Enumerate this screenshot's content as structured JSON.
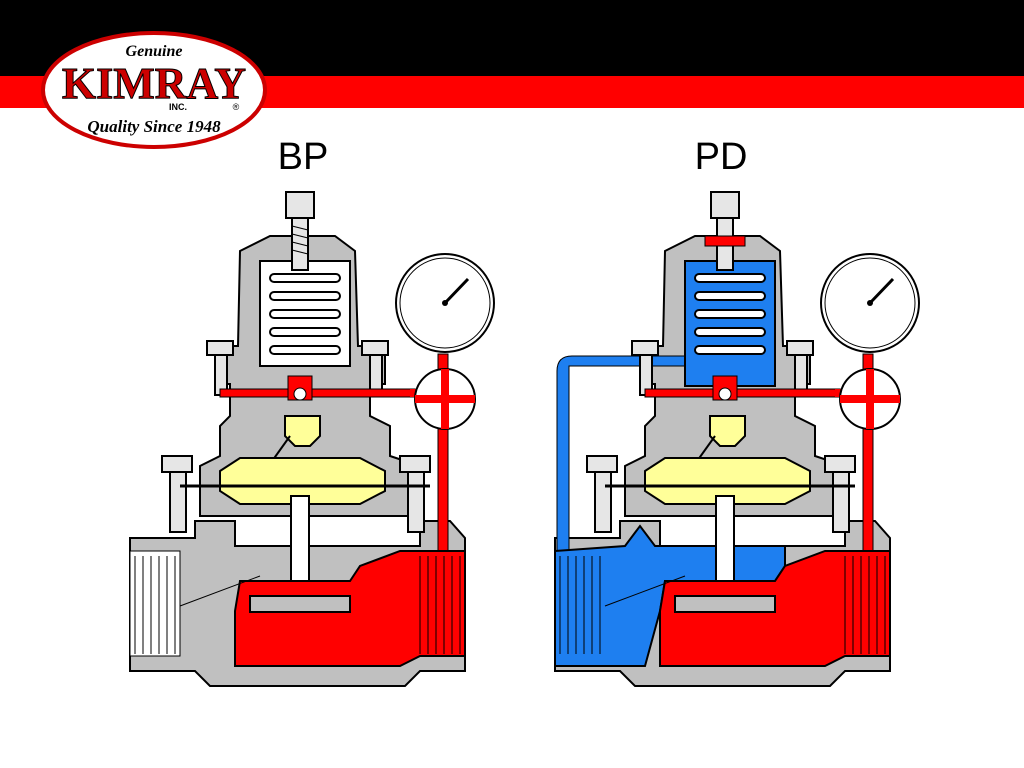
{
  "header": {
    "logo": {
      "top_text": "Genuine",
      "brand": "KIMRAY",
      "sub_brand": "INC.",
      "tagline": "Quality Since 1948",
      "registered_mark": "®"
    }
  },
  "diagrams": [
    {
      "label": "BP",
      "process_color": "#ff0000",
      "pilot_color": "none"
    },
    {
      "label": "PD",
      "process_color": "#ff0000",
      "pilot_color": "#1e7ff0"
    }
  ],
  "colors": {
    "black_bar": "#000000",
    "red_bar": "#ff0000",
    "body_gray": "#c0c0c0",
    "diaphragm_yellow": "#ffff99",
    "pressure_red": "#ff0000",
    "downstream_blue": "#1e7ff0"
  }
}
